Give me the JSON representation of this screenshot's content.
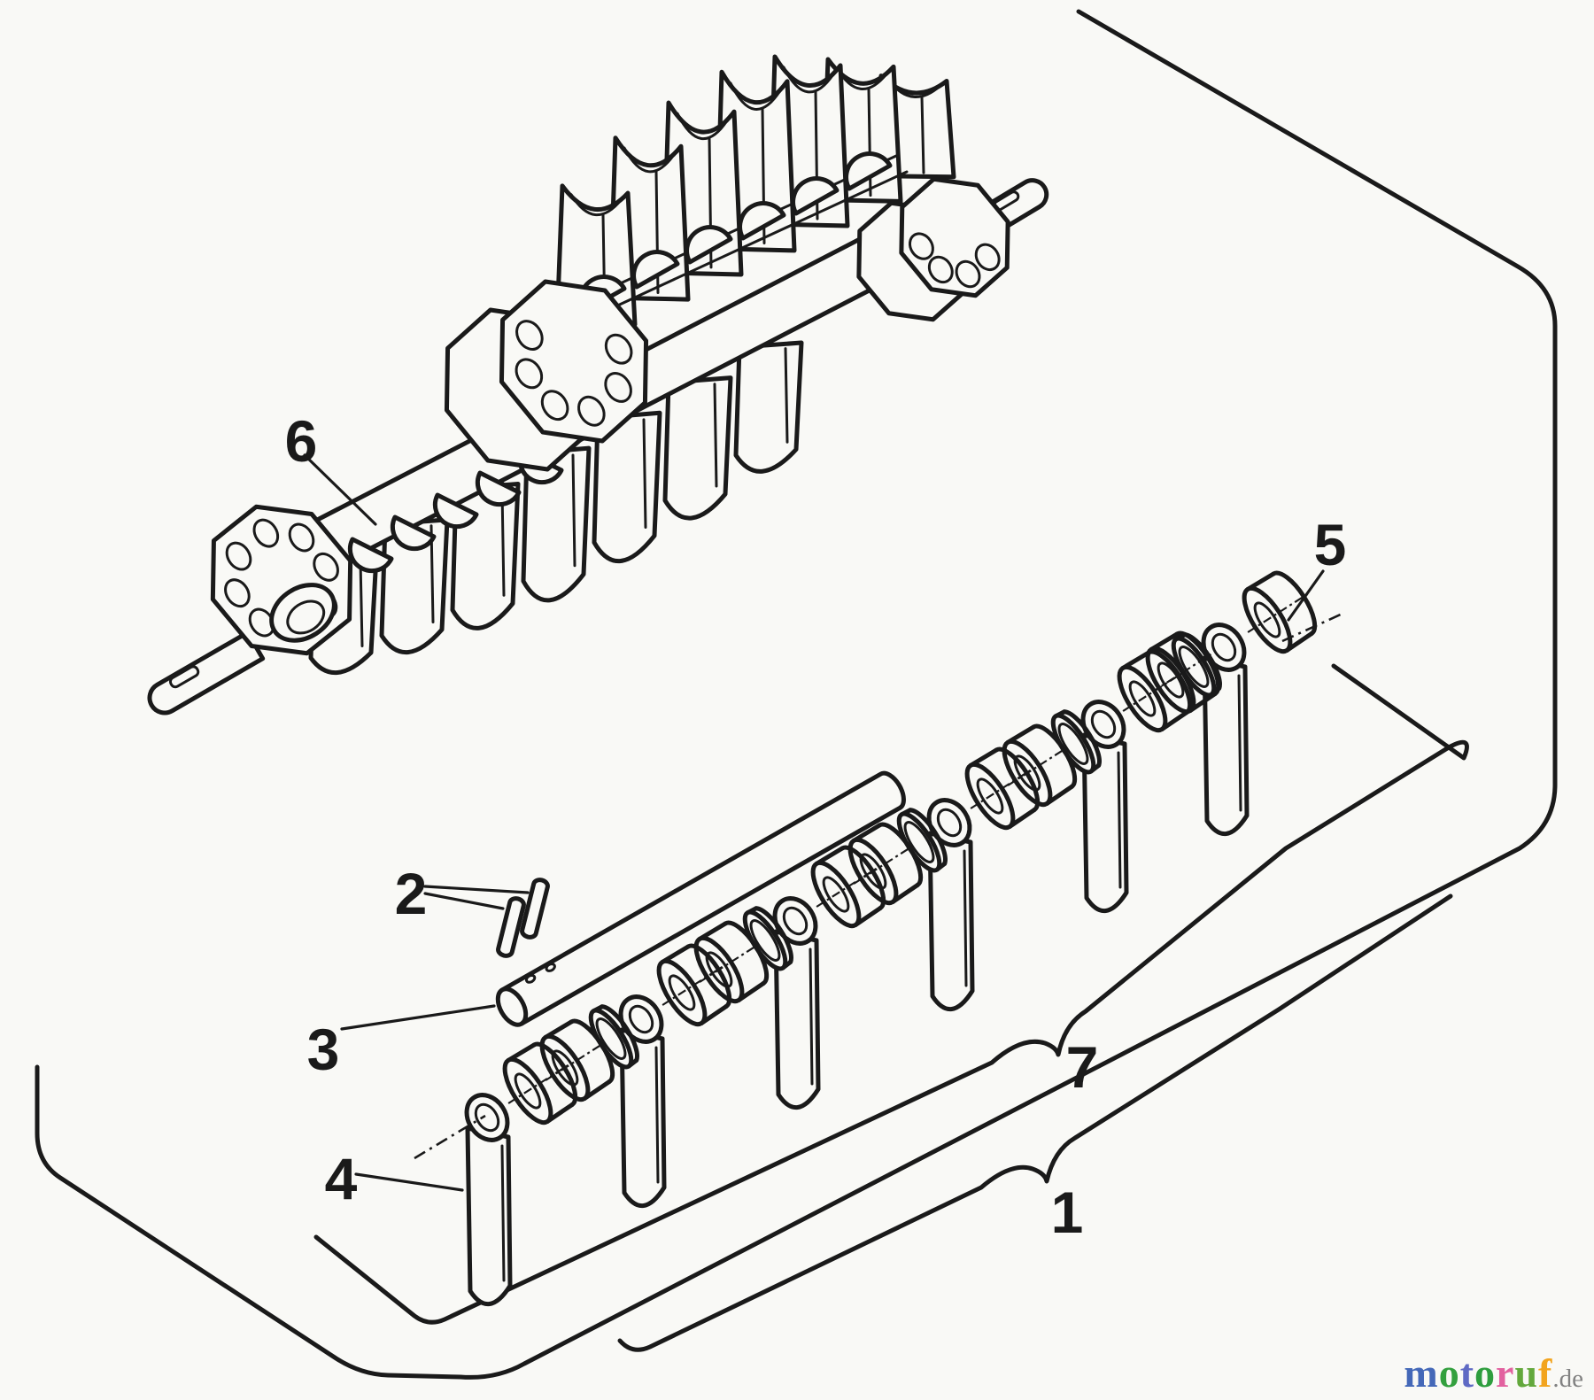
{
  "page": {
    "background": "#f9f9f6",
    "ink": "#1a1a1a"
  },
  "diagram_type": "exploded-parts-diagram",
  "parts": [
    {
      "number": "1"
    },
    {
      "number": "2"
    },
    {
      "number": "3"
    },
    {
      "number": "4"
    },
    {
      "number": "5"
    },
    {
      "number": "6"
    },
    {
      "number": "7"
    }
  ],
  "watermark": {
    "letters": [
      {
        "char": "m",
        "color": "#4468b8"
      },
      {
        "char": "o",
        "color": "#33a03e"
      },
      {
        "char": "t",
        "color": "#5f6ac4"
      },
      {
        "char": "o",
        "color": "#2e9e3e"
      },
      {
        "char": "r",
        "color": "#e2619f"
      },
      {
        "char": "u",
        "color": "#63a83c"
      },
      {
        "char": "f",
        "color": "#f2a41e"
      }
    ],
    "suffix": {
      "text": ".de",
      "color": "#828282"
    }
  }
}
